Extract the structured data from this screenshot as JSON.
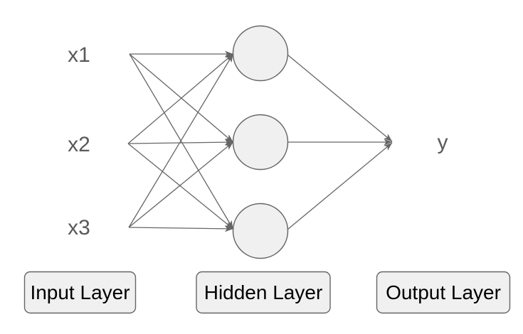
{
  "diagram": {
    "inputs": [
      {
        "label": "x1"
      },
      {
        "label": "x2"
      },
      {
        "label": "x3"
      }
    ],
    "hidden_nodes": 3,
    "output": {
      "label": "y"
    },
    "layer_boxes": [
      {
        "label": "Input Layer"
      },
      {
        "label": "Hidden Layer"
      },
      {
        "label": "Output Layer"
      }
    ],
    "colors": {
      "background": "#ffffff",
      "node_fill": "#f0f0f0",
      "stroke": "#666666",
      "io_label_text": "#595959",
      "box_label_text": "#000000"
    }
  }
}
